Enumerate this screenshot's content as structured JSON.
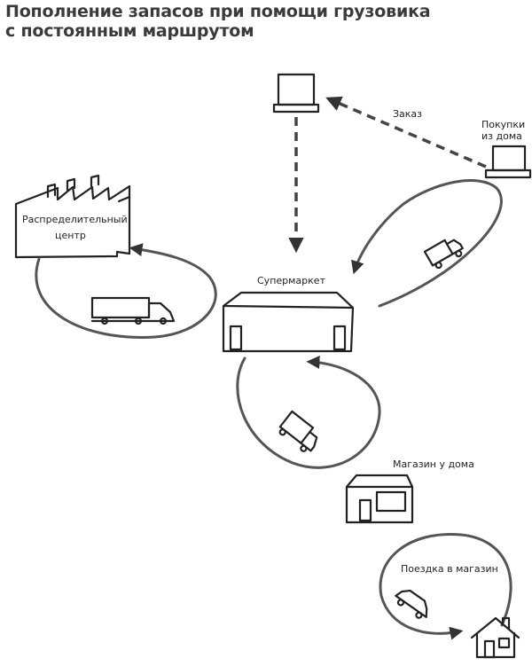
{
  "title": {
    "line1": "Пополнение запасов при помощи грузовика",
    "line2": "с постоянным маршрутом"
  },
  "labels": {
    "order": "Заказ",
    "home_purchase_1": "Покупки",
    "home_purchase_2": "из дома",
    "dc_1": "Распределительный",
    "dc_2": "центр",
    "supermarket": "Супермаркет",
    "corner_store": "Магазин у дома",
    "trip": "Поездка в магазин"
  },
  "icons": [
    "computer-icon",
    "laptop-icon",
    "factory-icon",
    "supermarket-icon",
    "store-icon",
    "house-icon",
    "semi-truck-icon",
    "delivery-truck-icon",
    "car-icon"
  ],
  "colors": {
    "ink": "#222222",
    "flow": "#555555"
  }
}
